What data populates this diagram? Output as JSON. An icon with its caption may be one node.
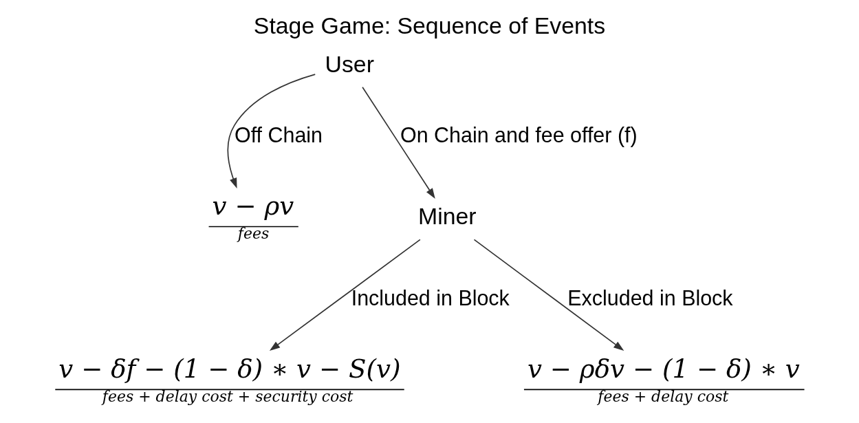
{
  "diagram": {
    "title": "Stage Game: Sequence of Events",
    "nodes": [
      {
        "text": [
          "User"
        ]
      },
      {
        "text": [
          "v − ρv",
          "fees"
        ]
      },
      {
        "text": [
          "Miner"
        ]
      },
      {
        "text": [
          "v − δf − (1 − δ) ∗ v − S(v)",
          "fees + delay cost + security cost"
        ]
      },
      {
        "text": [
          "v − ρδv − (1 − δ) ∗ v",
          "fees + delay cost"
        ]
      }
    ],
    "edges": [
      {
        "from": 0,
        "to": 1,
        "arrow": "to",
        "label": "Off Chain"
      },
      {
        "from": 0,
        "to": 2,
        "arrow": "to",
        "label": "On Chain and fee offer (f)"
      },
      {
        "from": 2,
        "to": 3,
        "arrow": "to",
        "label": "Included in Block"
      },
      {
        "from": 2,
        "to": 4,
        "arrow": "to",
        "label": "Excluded in Block"
      }
    ]
  }
}
